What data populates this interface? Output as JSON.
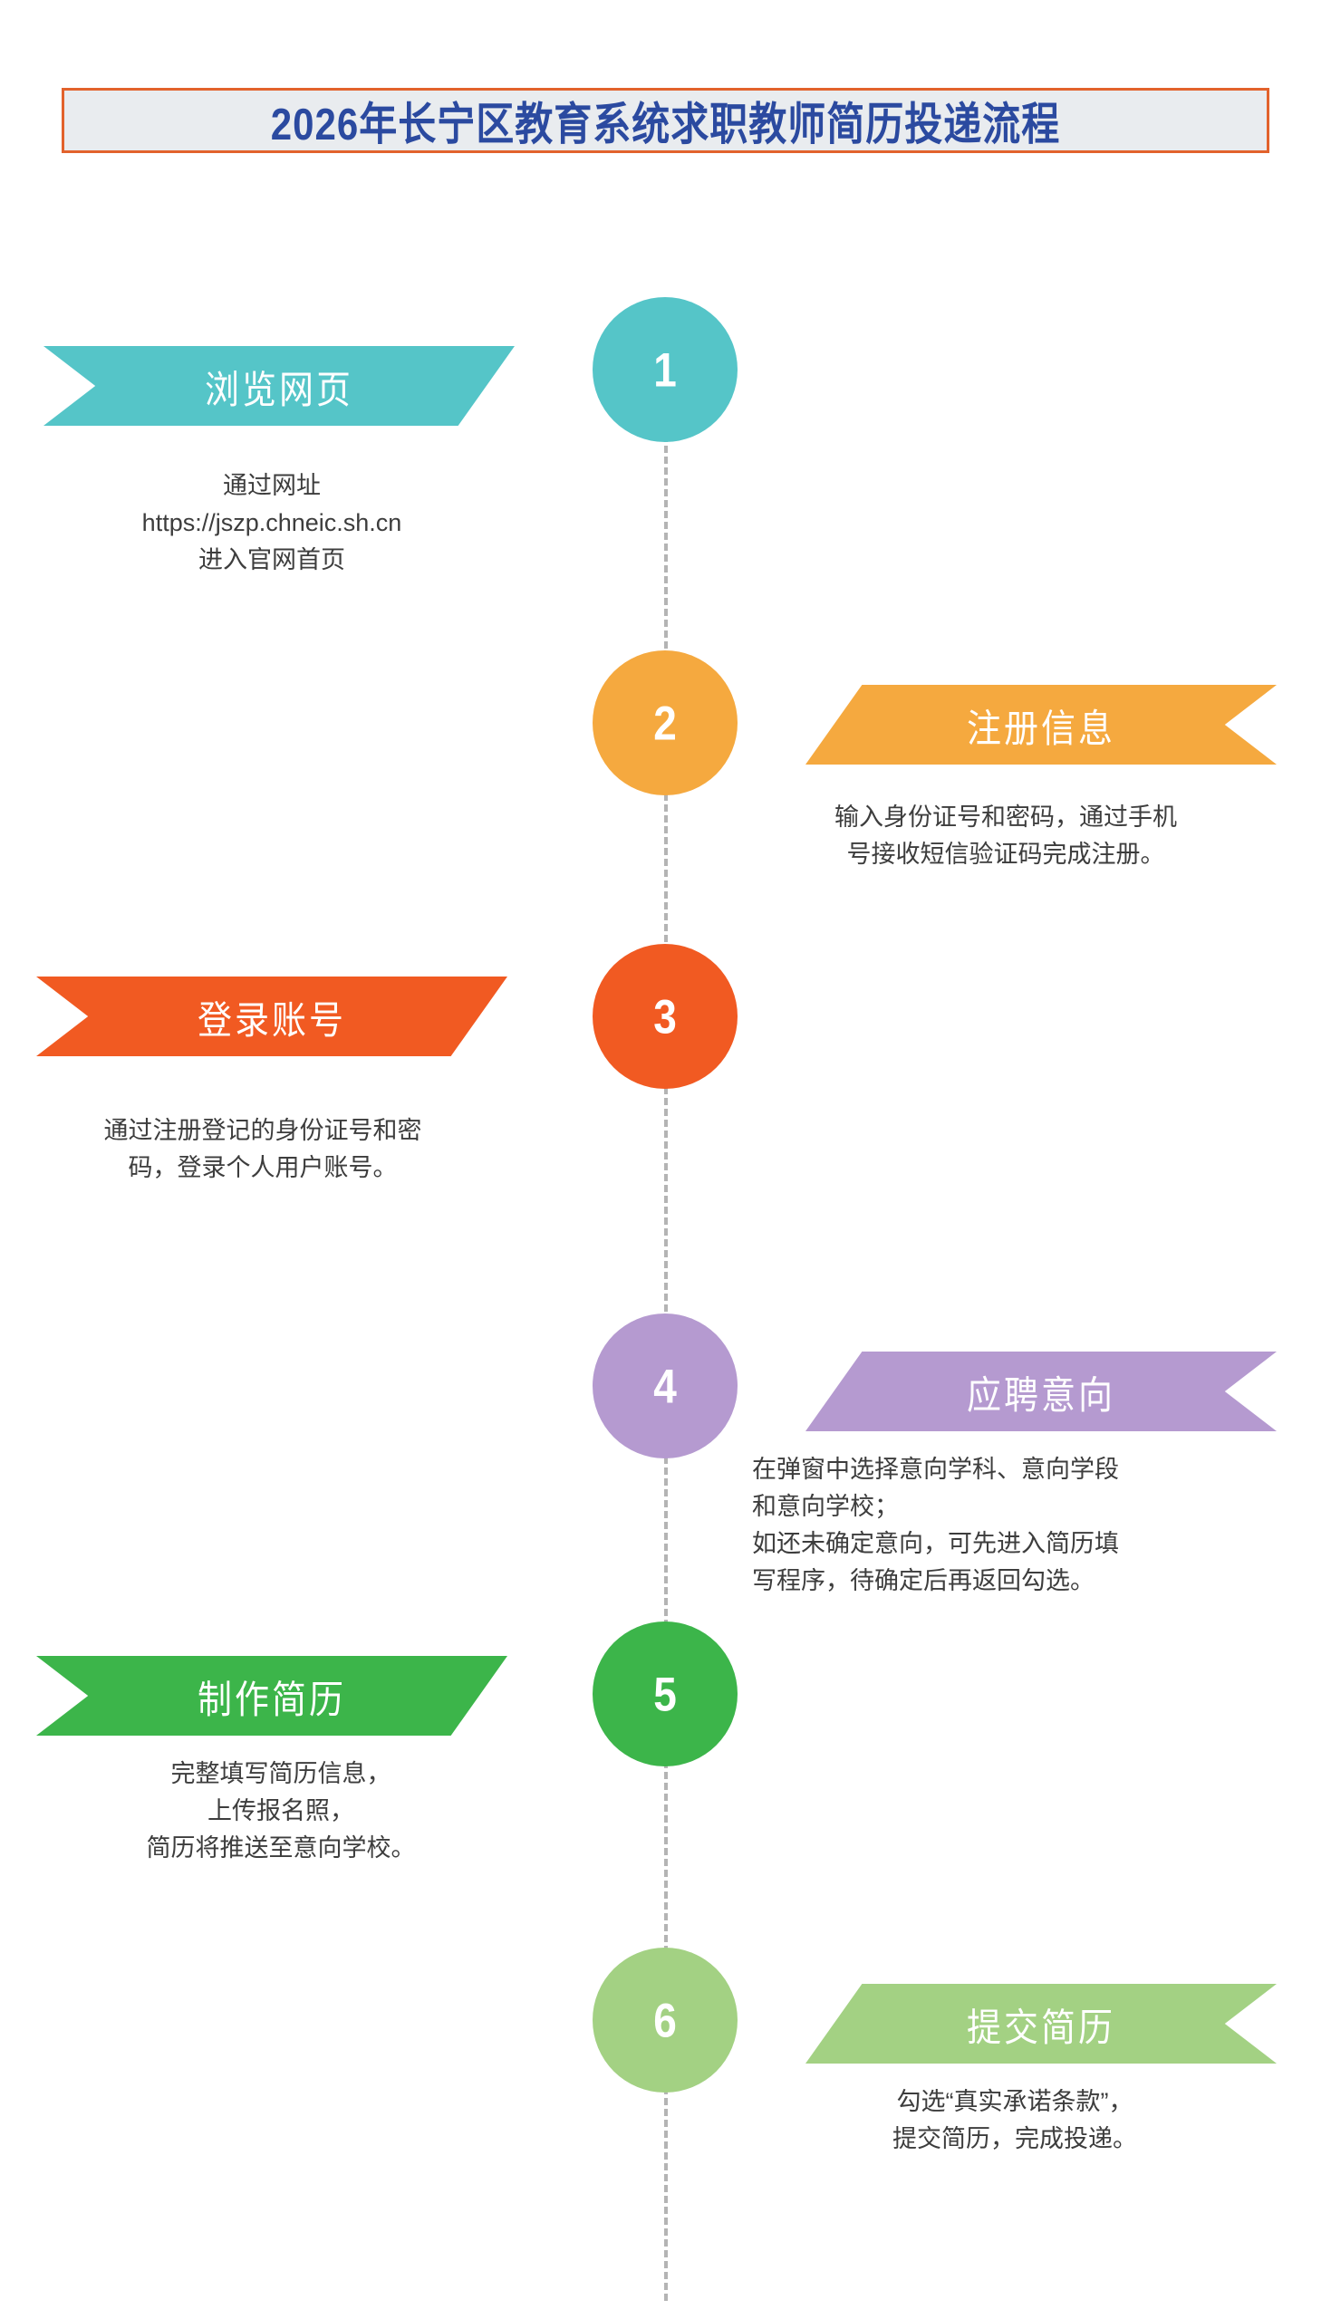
{
  "header": {
    "title": "2026年长宁区教育系统求职教师简历投递流程",
    "border_color": "#e2622c",
    "background_color": "#e9ecef",
    "text_color": "#2b4aa0"
  },
  "spine": {
    "style": "dashed",
    "color": "#b4b4b4"
  },
  "steps": [
    {
      "number": "1",
      "title": "浏览网页",
      "color": "#55c5c8",
      "side": "left",
      "align": "center",
      "description": "通过网址\nhttps://jszp.chneic.sh.cn\n进入官网首页"
    },
    {
      "number": "2",
      "title": "注册信息",
      "color": "#f5a93f",
      "side": "right",
      "align": "center",
      "description": "输入身份证号和密码，通过手机\n号接收短信验证码完成注册。"
    },
    {
      "number": "3",
      "title": "登录账号",
      "color": "#f15a22",
      "side": "left",
      "align": "center",
      "description": "通过注册登记的身份证号和密\n码，登录个人用户账号。"
    },
    {
      "number": "4",
      "title": "应聘意向",
      "color": "#b59ad0",
      "side": "right",
      "align": "left",
      "description": "在弹窗中选择意向学科、意向学段\n和意向学校；\n如还未确定意向，可先进入简历填\n写程序，待确定后再返回勾选。"
    },
    {
      "number": "5",
      "title": "制作简历",
      "color": "#3cb54a",
      "side": "left",
      "align": "center",
      "description": "完整填写简历信息，\n上传报名照，\n简历将推送至意向学校。"
    },
    {
      "number": "6",
      "title": "提交简历",
      "color": "#a3d183",
      "side": "right",
      "align": "center",
      "description": "勾选“真实承诺条款”，\n提交简历，完成投递。"
    }
  ]
}
